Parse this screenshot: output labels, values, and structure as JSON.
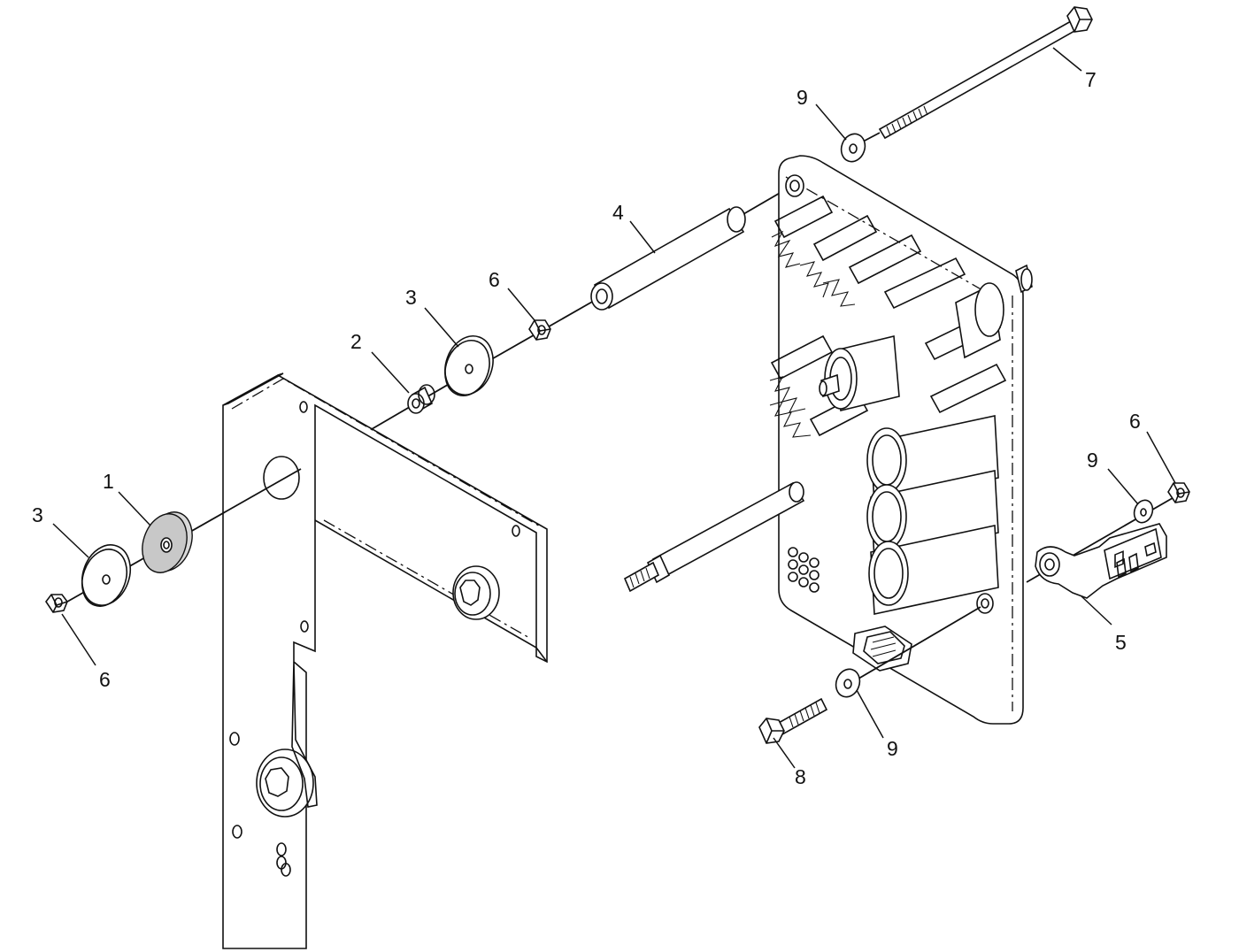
{
  "callouts": [
    {
      "id": "c1",
      "label": "1"
    },
    {
      "id": "c2",
      "label": "2"
    },
    {
      "id": "c3a",
      "label": "3"
    },
    {
      "id": "c3b",
      "label": "3"
    },
    {
      "id": "c4",
      "label": "4"
    },
    {
      "id": "c5",
      "label": "5"
    },
    {
      "id": "c6a",
      "label": "6"
    },
    {
      "id": "c6b",
      "label": "6"
    },
    {
      "id": "c6c",
      "label": "6"
    },
    {
      "id": "c7",
      "label": "7"
    },
    {
      "id": "c8",
      "label": "8"
    },
    {
      "id": "c9a",
      "label": "9"
    },
    {
      "id": "c9b",
      "label": "9"
    },
    {
      "id": "c9c",
      "label": "9"
    }
  ],
  "colors": {
    "line": "#111111",
    "background": "#ffffff"
  }
}
